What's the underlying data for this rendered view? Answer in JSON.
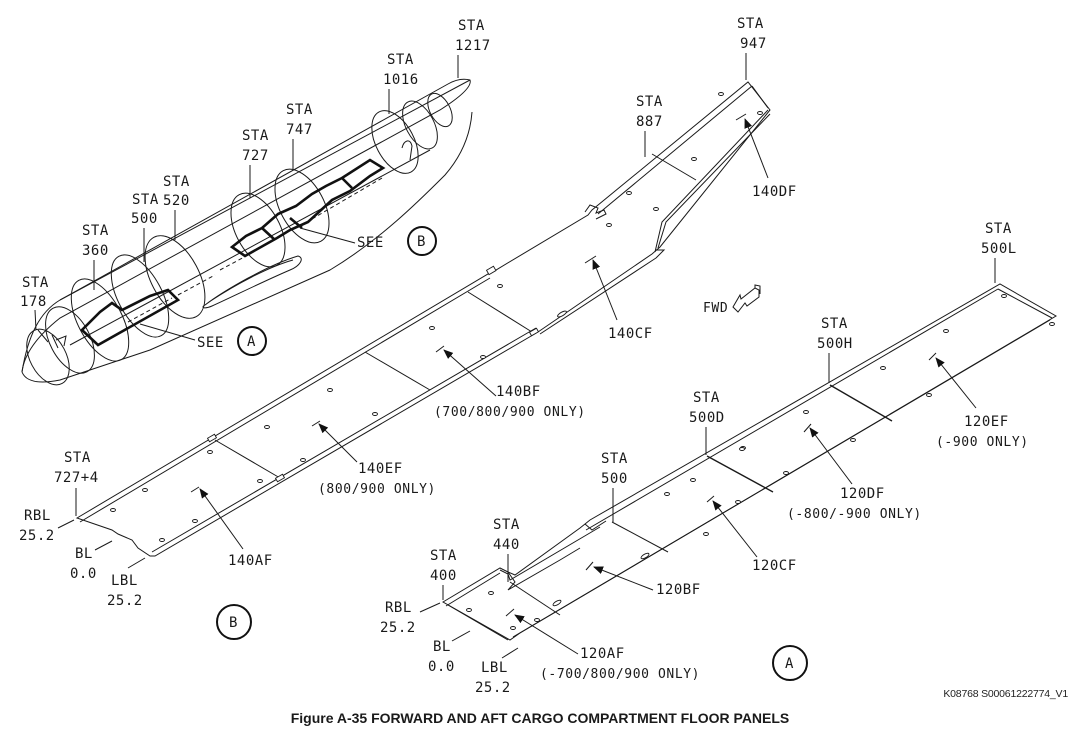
{
  "figure": {
    "caption": "Figure A-35  FORWARD AND AFT CARGO COMPARTMENT FLOOR PANELS",
    "document_id": "K08768 S00061222774_V1"
  },
  "fuselage_view": {
    "stations": [
      {
        "label": "STA",
        "value": "178"
      },
      {
        "label": "STA",
        "value": "360"
      },
      {
        "label": "STA",
        "value": "500"
      },
      {
        "label": "STA",
        "value": "520"
      },
      {
        "label": "STA",
        "value": "727"
      },
      {
        "label": "STA",
        "value": "747"
      },
      {
        "label": "STA",
        "value": "1016"
      },
      {
        "label": "STA",
        "value": "1217"
      }
    ],
    "see_refs": [
      {
        "text": "SEE",
        "view": "A"
      },
      {
        "text": "SEE",
        "view": "B"
      }
    ]
  },
  "view_b": {
    "view_label": "B",
    "stations": [
      {
        "label": "STA",
        "value": "727+4"
      },
      {
        "label": "STA",
        "value": "887"
      },
      {
        "label": "STA",
        "value": "947"
      }
    ],
    "buttlines": [
      {
        "label": "RBL",
        "value": "25.2"
      },
      {
        "label": "BL",
        "value": "0.0"
      },
      {
        "label": "LBL",
        "value": "25.2"
      }
    ],
    "panels": [
      {
        "id": "140AF",
        "note": ""
      },
      {
        "id": "140EF",
        "note": "(800/900 ONLY)"
      },
      {
        "id": "140BF",
        "note": "(700/800/900 ONLY)"
      },
      {
        "id": "140CF",
        "note": ""
      },
      {
        "id": "140DF",
        "note": ""
      }
    ]
  },
  "fwd_indicator": {
    "text": "FWD",
    "icon": "fwd-arrow-icon"
  },
  "view_a": {
    "view_label": "A",
    "stations": [
      {
        "label": "STA",
        "value": "400"
      },
      {
        "label": "STA",
        "value": "440"
      },
      {
        "label": "STA",
        "value": "500"
      },
      {
        "label": "STA",
        "value": "500D"
      },
      {
        "label": "STA",
        "value": "500H"
      },
      {
        "label": "STA",
        "value": "500L"
      }
    ],
    "buttlines": [
      {
        "label": "RBL",
        "value": "25.2"
      },
      {
        "label": "BL",
        "value": "0.0"
      },
      {
        "label": "LBL",
        "value": "25.2"
      }
    ],
    "panels": [
      {
        "id": "120AF",
        "note": "(-700/800/900 ONLY)"
      },
      {
        "id": "120BF",
        "note": ""
      },
      {
        "id": "120CF",
        "note": ""
      },
      {
        "id": "120DF",
        "note": "(-800/-900 ONLY)"
      },
      {
        "id": "120EF",
        "note": "(-900 ONLY)"
      }
    ]
  }
}
